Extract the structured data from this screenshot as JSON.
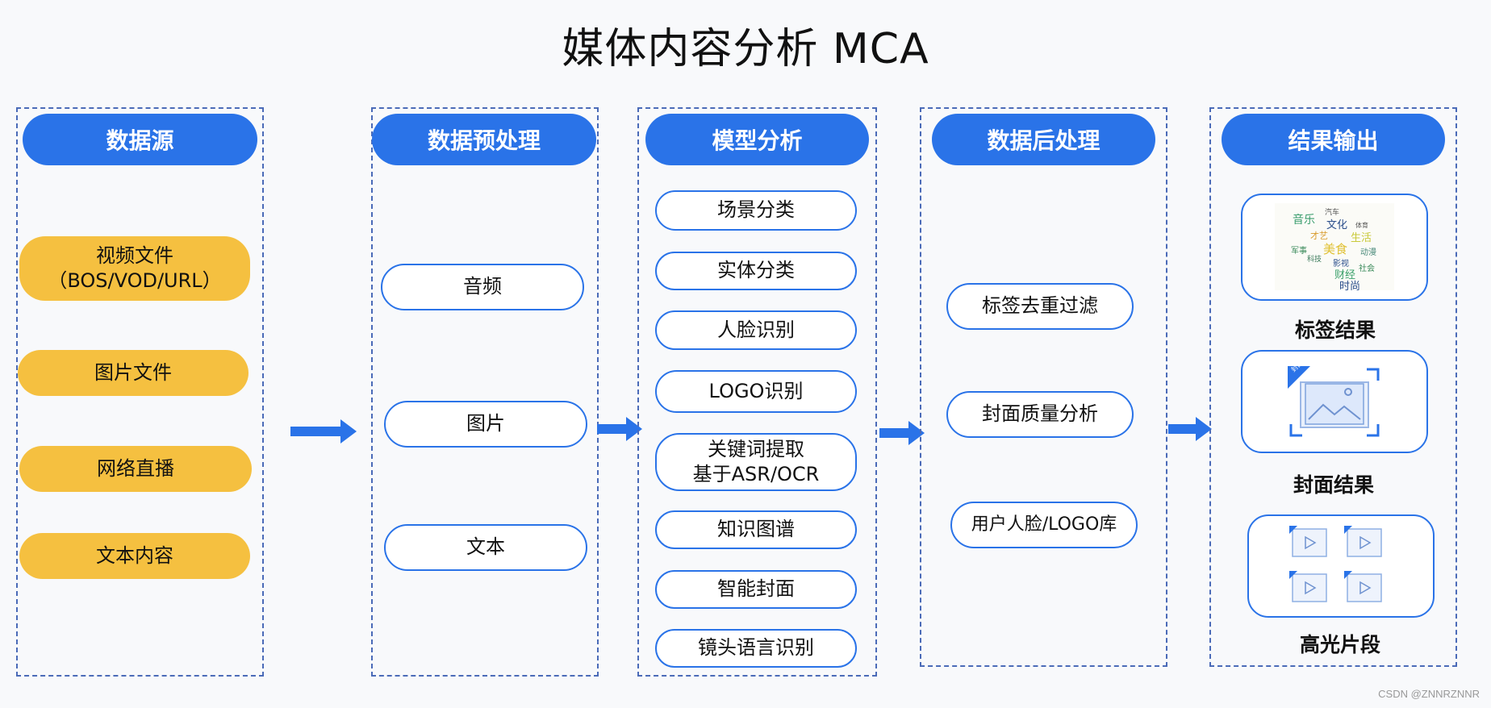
{
  "title": "媒体内容分析 MCA",
  "columns": [
    {
      "header": "数据源",
      "items": [
        [
          "视频文件",
          "（BOS/VOD/URL）"
        ],
        [
          "图片文件"
        ],
        [
          "网络直播"
        ],
        [
          "文本内容"
        ]
      ]
    },
    {
      "header": "数据预处理",
      "items": [
        [
          "音频"
        ],
        [
          "图片"
        ],
        [
          "文本"
        ]
      ]
    },
    {
      "header": "模型分析",
      "items": [
        [
          "场景分类"
        ],
        [
          "实体分类"
        ],
        [
          "人脸识别"
        ],
        [
          "LOGO识别"
        ],
        [
          "关键词提取",
          "基于ASR/OCR"
        ],
        [
          "知识图谱"
        ],
        [
          "智能封面"
        ],
        [
          "镜头语言识别"
        ]
      ]
    },
    {
      "header": "数据后处理",
      "items": [
        [
          "标签去重过滤"
        ],
        [
          "封面质量分析"
        ],
        [
          "用户人脸/LOGO库"
        ]
      ]
    },
    {
      "header": "结果输出",
      "results": [
        "标签结果",
        "封面结果",
        "高光片段"
      ]
    }
  ],
  "wordcloud": [
    "音乐",
    "汽车",
    "文化",
    "体育",
    "才艺",
    "生活",
    "军事",
    "美食",
    "动漫",
    "科技",
    "影视",
    "社会",
    "财经",
    "时尚"
  ],
  "cover_tag": "封面",
  "watermark": "CSDN @ZNNRZNNR",
  "colors": {
    "primary": "#2a73e8",
    "yellow": "#f5c040",
    "dash": "#4b6bb8"
  }
}
